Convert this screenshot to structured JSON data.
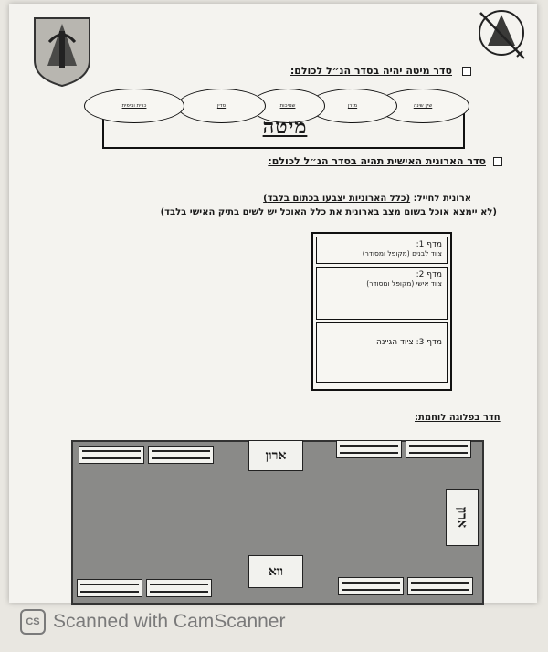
{
  "section1": {
    "heading": "סדר מיטה יהיה בסדר הנ״ל לכולם:",
    "bed_title": "מיטה",
    "ovals": [
      "שק שינה",
      "מזרן",
      "שמיכות",
      "סדין",
      "כרית וציפית"
    ]
  },
  "section2": {
    "heading": "סדר הארונית האישית תהיה בסדר הנ״ל לכולם:",
    "line1_prefix": "ארונית לחייל:",
    "line1_underlined": "כלל הארוניות יצבעו בכתום בלבד",
    "line2": "לא יימצא אוכל בשום מצב בארונית את כלל האוכל יש לשים בתיק האישי בלבד",
    "shelves": [
      {
        "label": "מדף 1:",
        "detail": "ציוד לבנים (מקופל ומסודר)"
      },
      {
        "label": "מדף 2:",
        "detail": "ציוד אישי (מקופל ומסודר)"
      },
      {
        "label": "מדף 3:",
        "detail": "ציוד הגיינה"
      }
    ]
  },
  "section3": {
    "heading": "חדר בפלוגה לוחמת:",
    "box_top": "ארון",
    "box_side": "ארון",
    "box_bottom": "ווא"
  },
  "footer": {
    "logo": "CS",
    "text": "Scanned with CamScanner"
  },
  "colors": {
    "room": "#8a8a88",
    "paper": "#f4f3ef"
  }
}
